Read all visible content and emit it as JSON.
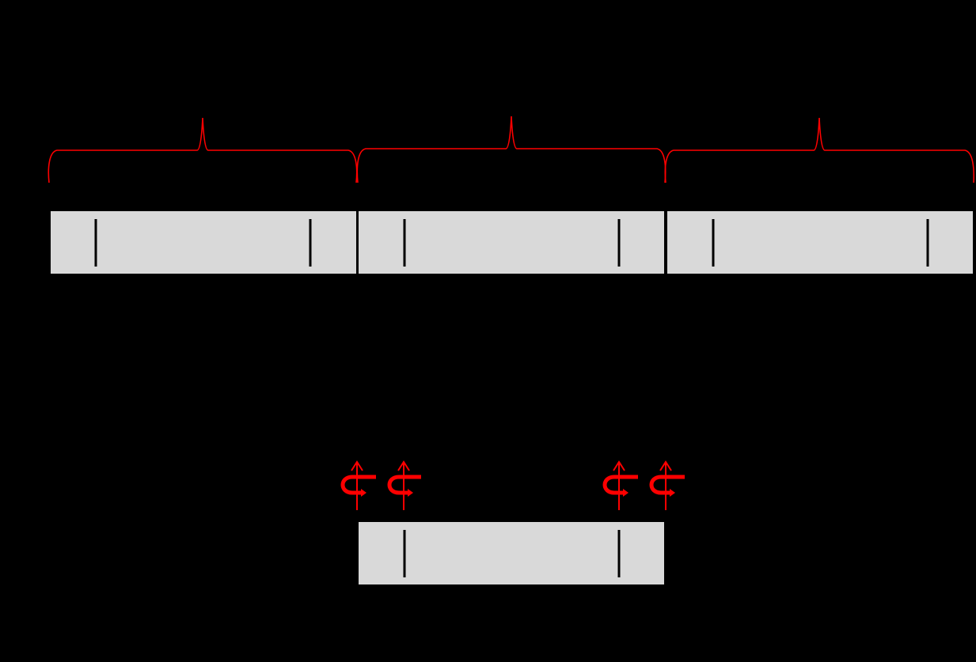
{
  "colors": {
    "background": "#000000",
    "block_fill": "#d9d9d9",
    "marker": "#000000",
    "annotation": "#ff0000"
  },
  "top_row": {
    "segment_count": 3,
    "brace_count": 3,
    "markers_per_segment": 2,
    "segment_divider_count": 2
  },
  "bottom_row": {
    "segment_count": 1,
    "markers_per_segment": 2,
    "boundary_symbol_count": 4,
    "boundary_symbol_icon": "circular-arrow-icon"
  }
}
